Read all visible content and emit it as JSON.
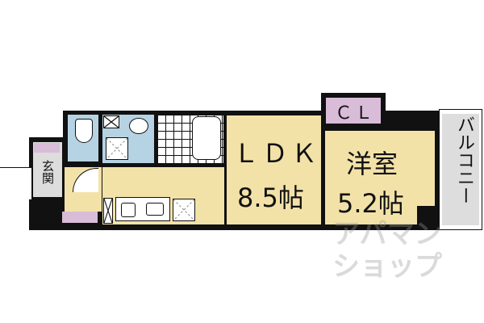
{
  "rooms": {
    "ldk": {
      "name": "ＬＤＫ",
      "size": "8.5帖"
    },
    "western": {
      "name": "洋室",
      "size": "5.2帖"
    },
    "closet": {
      "name": "ＣＬ"
    },
    "balcony": {
      "name": "バルコニー"
    },
    "entrance": {
      "name": "玄関"
    }
  },
  "watermark": "アパマンショップ",
  "colors": {
    "room": "#f3e2a8",
    "wet_area": "#b5d3e2",
    "storage": "#d8bcd8",
    "balcony": "#dddddd",
    "wall": "#111111"
  }
}
